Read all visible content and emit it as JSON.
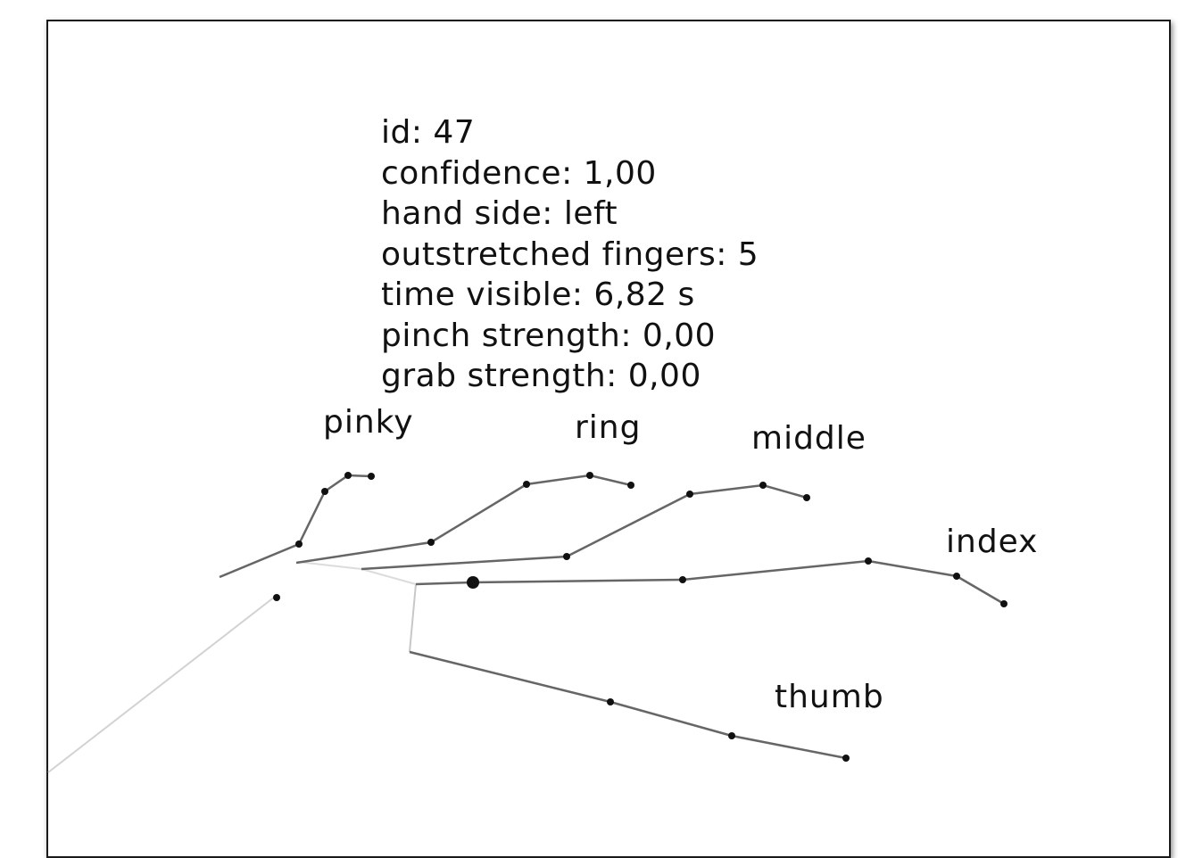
{
  "hand_info": {
    "lines": [
      "id: 47",
      "confidence: 1,00",
      "hand side: left",
      "outstretched fingers: 5",
      "time visible: 6,82 s",
      "pinch strength: 0,00",
      "grab strength: 0,00"
    ]
  },
  "fingers": {
    "pinky": "pinky",
    "ring": "ring",
    "middle": "middle",
    "index": "index",
    "thumb": "thumb"
  },
  "colors": {
    "bone": "#6b6b6b",
    "arm": "#cfcfcf",
    "joint": "#111111"
  }
}
